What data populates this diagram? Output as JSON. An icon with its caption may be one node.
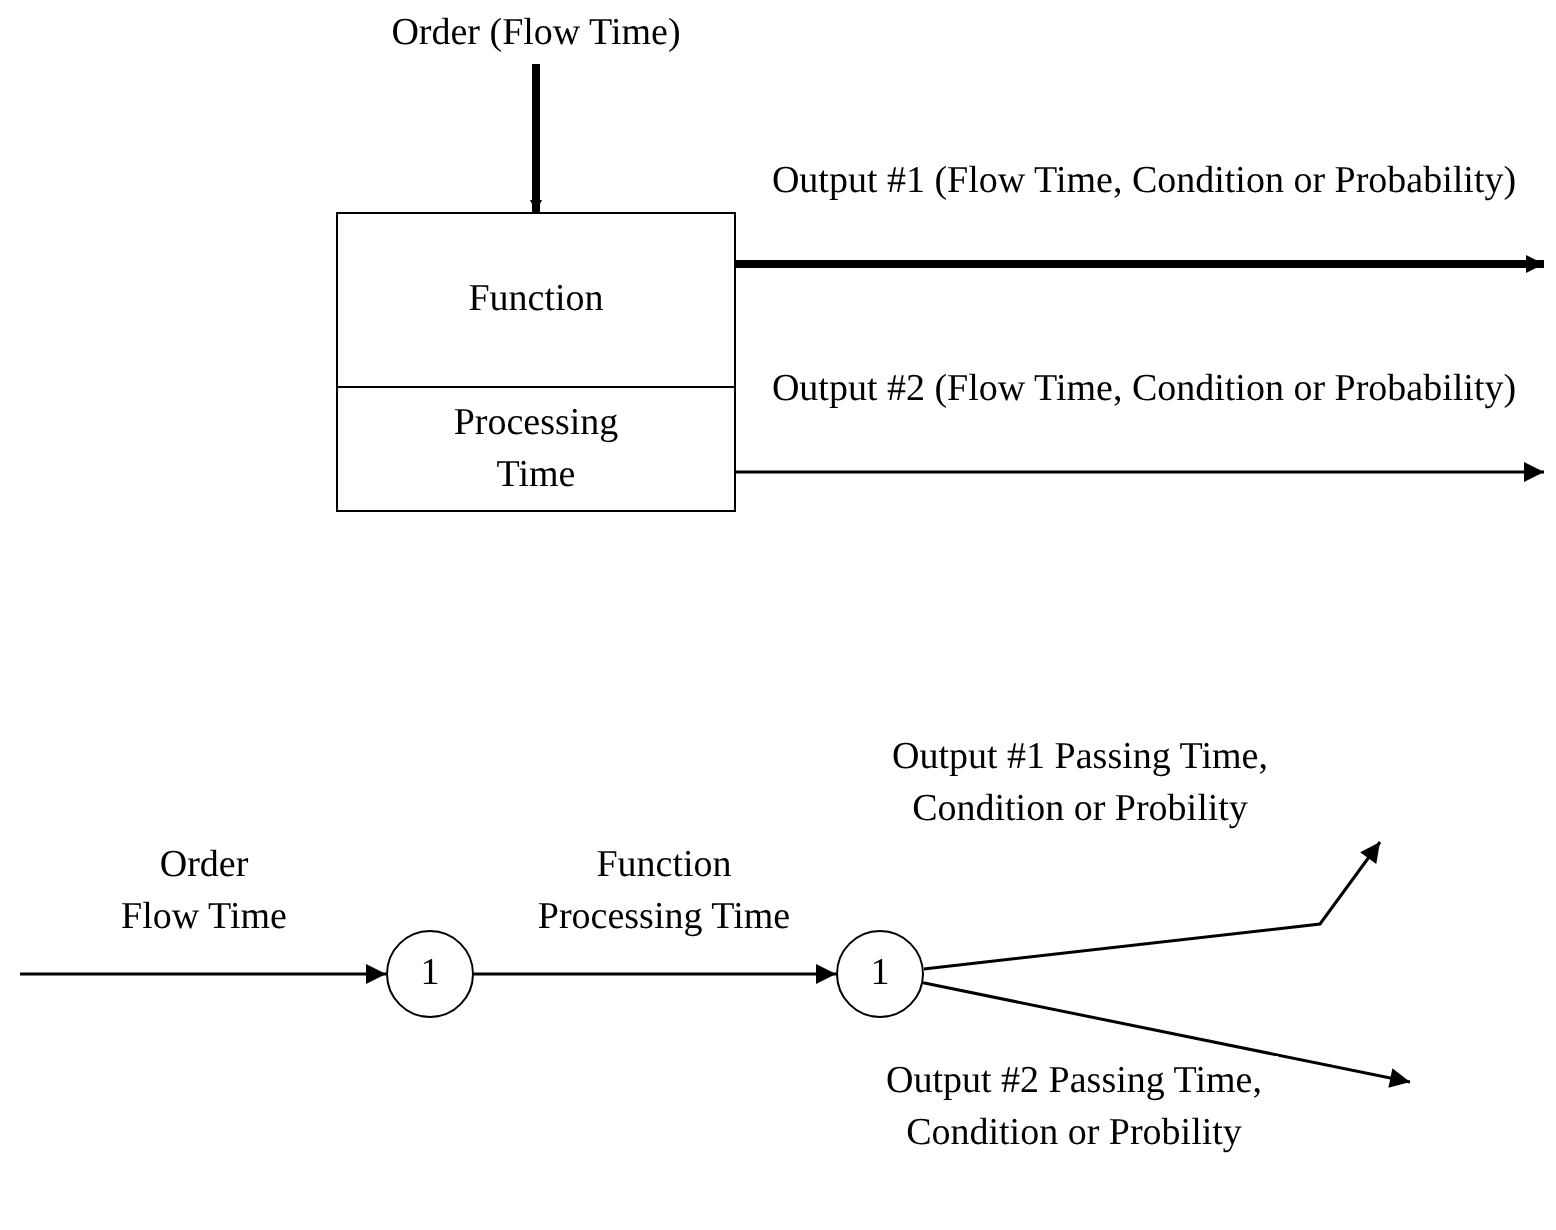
{
  "diagram": {
    "nodes": [
      {
        "text": [
          "Order (Flow Time)"
        ]
      },
      {
        "text": [
          "Function",
          "Processing Time"
        ]
      },
      {
        "text": [
          "1"
        ]
      },
      {
        "text": [
          "1"
        ]
      }
    ],
    "edges": [
      {
        "from": 0,
        "to": 1,
        "arrow": "to",
        "style": "thick"
      },
      {
        "from": 1,
        "to": null,
        "arrow": "to",
        "style": "thick",
        "label": "Output #1 (Flow Time, Condition or Probability)"
      },
      {
        "from": 1,
        "to": null,
        "arrow": "to",
        "label": "Output #2 (Flow Time, Condition or Probability)"
      },
      {
        "from": null,
        "to": 2,
        "arrow": "to",
        "label": "Order Flow Time"
      },
      {
        "from": 2,
        "to": 3,
        "arrow": "to",
        "label": "Function Processing Time"
      },
      {
        "from": 3,
        "to": null,
        "arrow": "to",
        "label": "Output #1 Passing Time, Condition or Probility"
      },
      {
        "from": 3,
        "to": null,
        "arrow": "to",
        "label": "Output #2 Passing Time, Condition or Probility"
      }
    ]
  }
}
